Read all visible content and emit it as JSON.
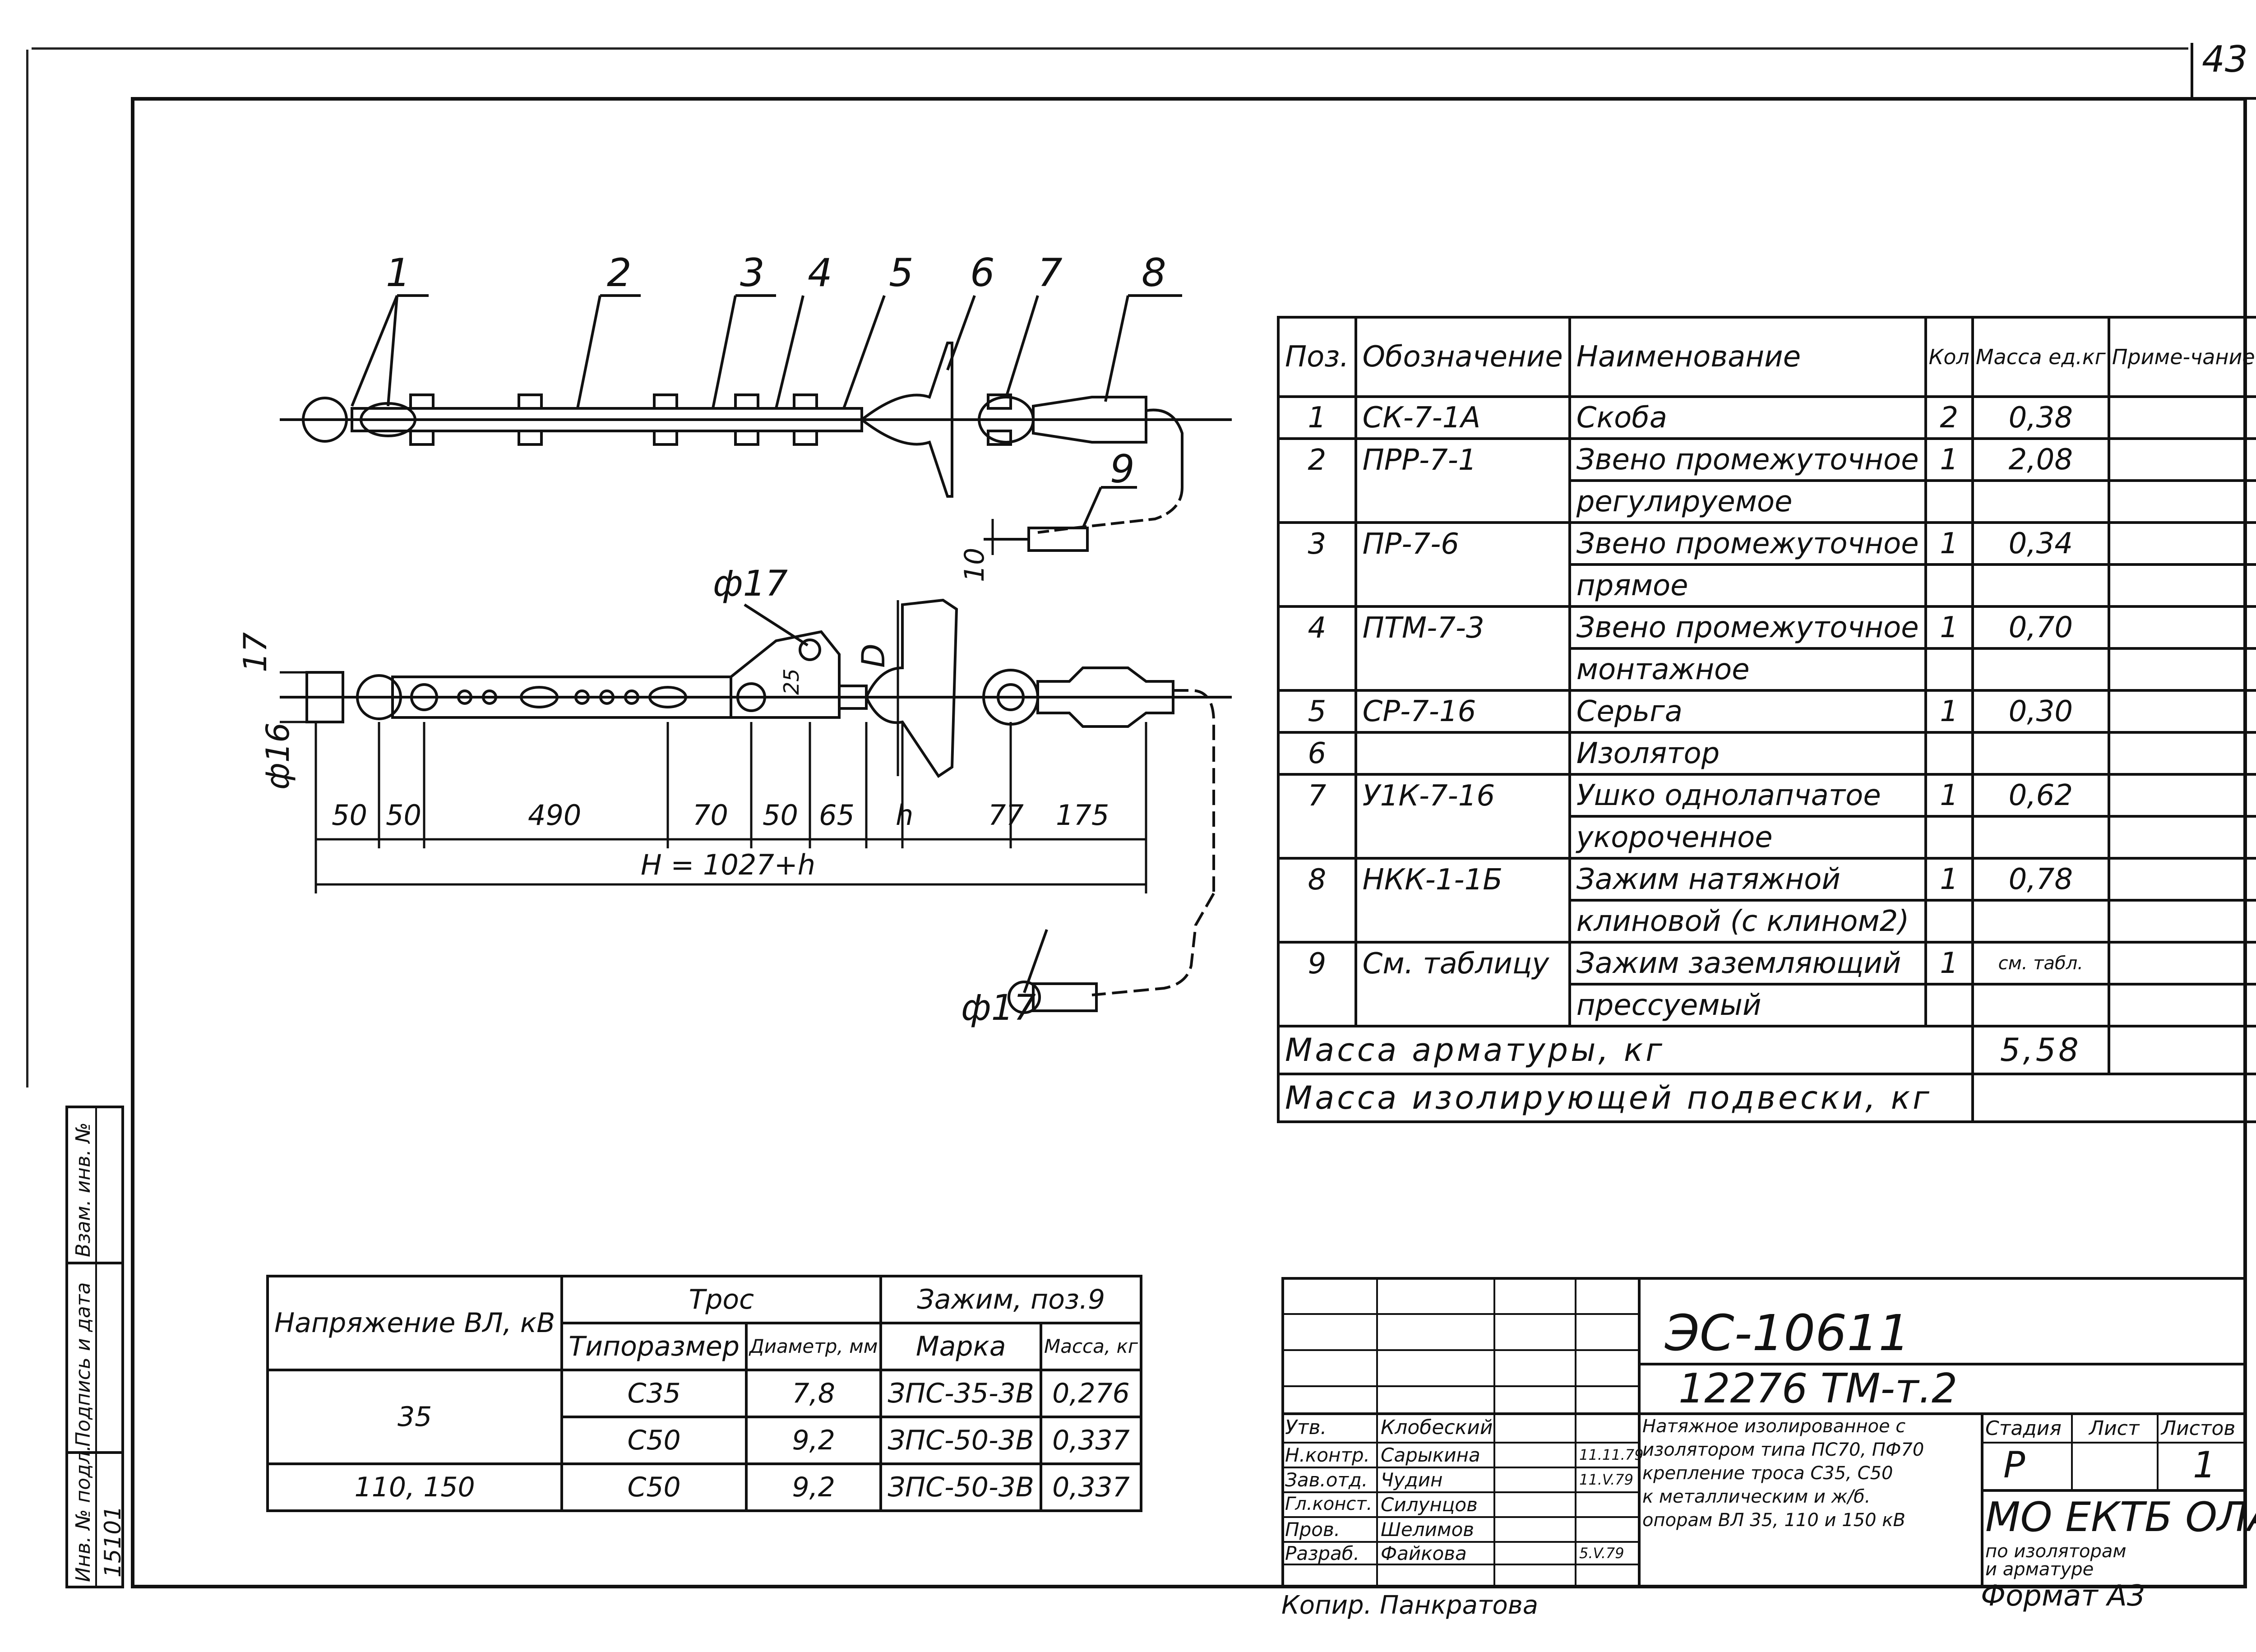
{
  "page": {
    "number": "43"
  },
  "callouts": [
    "1",
    "2",
    "3",
    "4",
    "5",
    "6",
    "7",
    "8",
    "9"
  ],
  "dimensions": {
    "bottom": [
      "50",
      "50",
      "490",
      "70",
      "50",
      "65",
      "h",
      "77",
      "175"
    ],
    "total": "H = 1027+h",
    "phi17_top": "ф17",
    "phi17_bottom": "ф17",
    "phi16": "ф16",
    "d17": "17",
    "d10": "10",
    "D": "D",
    "d25": "25"
  },
  "spec_table": {
    "headers": {
      "pos": "Поз.",
      "designation": "Обозначение",
      "name": "Наименование",
      "qty": "Кол",
      "mass": "Масса ед.кг",
      "note": "Приме-чание"
    },
    "rows": [
      {
        "pos": "1",
        "designation": "СК-7-1А",
        "name": "Скоба",
        "name2": "",
        "qty": "2",
        "mass": "0,38"
      },
      {
        "pos": "2",
        "designation": "ПРР-7-1",
        "name": "Звено промежуточное",
        "name2": "регулируемое",
        "qty": "1",
        "mass": "2,08"
      },
      {
        "pos": "3",
        "designation": "ПР-7-6",
        "name": "Звено промежуточное",
        "name2": "прямое",
        "qty": "1",
        "mass": "0,34"
      },
      {
        "pos": "4",
        "designation": "ПТМ-7-3",
        "name": "Звено промежуточное",
        "name2": "монтажное",
        "qty": "1",
        "mass": "0,70"
      },
      {
        "pos": "5",
        "designation": "СР-7-16",
        "name": "Серьга",
        "name2": "",
        "qty": "1",
        "mass": "0,30"
      },
      {
        "pos": "6",
        "designation": "",
        "name": "Изолятор",
        "name2": "",
        "qty": "",
        "mass": ""
      },
      {
        "pos": "7",
        "designation": "У1К-7-16",
        "name": "Ушко однолапчатое",
        "name2": "укороченное",
        "qty": "1",
        "mass": "0,62"
      },
      {
        "pos": "8",
        "designation": "НКК-1-1Б",
        "name": "Зажим натяжной",
        "name2": "клиновой (с клином2)",
        "qty": "1",
        "mass": "0,78"
      },
      {
        "pos": "9",
        "designation": "См. таблицу",
        "name": "Зажим заземляющий",
        "name2": "прессуемый",
        "qty": "1",
        "mass": "см. табл."
      }
    ],
    "totals": [
      {
        "label": "Масса арматуры, кг",
        "value": "5,58"
      },
      {
        "label": "Масса изолирующей подвески, кг",
        "value": ""
      }
    ]
  },
  "clamp_table": {
    "headers": {
      "voltage": "Напряжение ВЛ, кВ",
      "cable": "Трос",
      "size": "Типоразмер",
      "diameter": "Диаметр, мм",
      "clamp": "Зажим, поз.9",
      "brand": "Марка",
      "mass": "Масса, кг"
    },
    "rows": [
      {
        "voltage": "35",
        "size": "С35",
        "diameter": "7,8",
        "brand": "ЗПС-35-3В",
        "mass": "0,276"
      },
      {
        "voltage": "",
        "size": "С50",
        "diameter": "9,2",
        "brand": "ЗПС-50-3В",
        "mass": "0,337"
      },
      {
        "voltage": "110, 150",
        "size": "С50",
        "diameter": "9,2",
        "brand": "ЗПС-50-3В",
        "mass": "0,337"
      }
    ]
  },
  "title_block": {
    "doc_code": "ЭС-10611",
    "project_code": "12276 ТМ-т.2",
    "description": [
      "Натяжное изолированное с",
      "изолятором типа ПС70, ПФ70",
      "крепление троса С35, С50",
      "к металлическим и ж/б.",
      "опорам ВЛ 35, 110 и 150 кВ"
    ],
    "stage_label": "Стадия",
    "sheet_label": "Лист",
    "sheets_label": "Листов",
    "stage": "Р",
    "sheets": "1",
    "org": "МО ЕКТБ ОЛА",
    "org_sub1": "по изоляторам",
    "org_sub2": "и арматуре",
    "signatures": [
      {
        "role": "Утв.",
        "name": "Клобеский"
      },
      {
        "role": "Н.контр.",
        "name": "Сарыкина"
      },
      {
        "role": "Зав.отд.",
        "name": "Чудин"
      },
      {
        "role": "Гл.конст.",
        "name": "Силунцов"
      },
      {
        "role": "Пров.",
        "name": "Шелимов"
      },
      {
        "role": "Разраб.",
        "name": "Файкова"
      }
    ],
    "dates": [
      "",
      "11.11.79",
      "11.V.79",
      "",
      "",
      "5.V.79"
    ],
    "copied": "Копир. Панкратова",
    "format": "Формат А3"
  },
  "side_stamp": {
    "labels": [
      "Инв. № подл.",
      "Подпись и дата",
      "Взам. инв. №"
    ],
    "inv_value": "15101"
  }
}
